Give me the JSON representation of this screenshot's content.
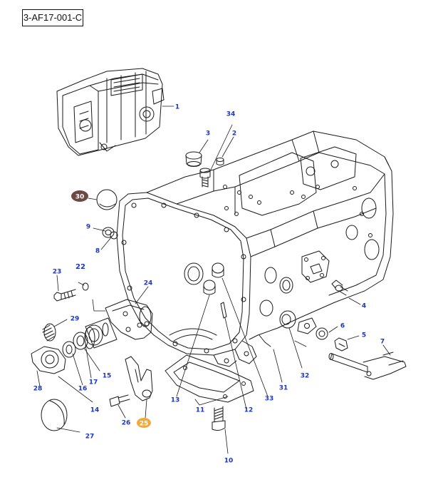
{
  "reference_code": "3-AF17-001-C",
  "colors": {
    "line": "#1a1a1a",
    "callout_text": "#1a35c8",
    "badge_30": "#6b4a45",
    "badge_25": "#f2a93b",
    "badge_text": "#ffffff"
  },
  "callouts": [
    {
      "id": "1",
      "label": "1"
    },
    {
      "id": "2",
      "label": "2"
    },
    {
      "id": "3",
      "label": "3"
    },
    {
      "id": "4",
      "label": "4"
    },
    {
      "id": "5",
      "label": "5"
    },
    {
      "id": "6",
      "label": "6"
    },
    {
      "id": "7",
      "label": "7"
    },
    {
      "id": "8",
      "label": "8"
    },
    {
      "id": "9",
      "label": "9"
    },
    {
      "id": "10",
      "label": "10"
    },
    {
      "id": "11",
      "label": "11"
    },
    {
      "id": "12",
      "label": "12"
    },
    {
      "id": "13",
      "label": "13"
    },
    {
      "id": "14",
      "label": "14"
    },
    {
      "id": "15",
      "label": "15"
    },
    {
      "id": "16",
      "label": "16"
    },
    {
      "id": "17",
      "label": "17"
    },
    {
      "id": "22",
      "label": "22"
    },
    {
      "id": "23",
      "label": "23"
    },
    {
      "id": "24",
      "label": "24"
    },
    {
      "id": "25",
      "label": "25",
      "badge": "orange"
    },
    {
      "id": "26",
      "label": "26"
    },
    {
      "id": "27",
      "label": "27"
    },
    {
      "id": "28",
      "label": "28"
    },
    {
      "id": "29",
      "label": "29"
    },
    {
      "id": "30",
      "label": "30",
      "badge": "brown"
    },
    {
      "id": "31",
      "label": "31"
    },
    {
      "id": "32",
      "label": "32"
    },
    {
      "id": "33",
      "label": "33"
    },
    {
      "id": "34",
      "label": "34"
    }
  ]
}
